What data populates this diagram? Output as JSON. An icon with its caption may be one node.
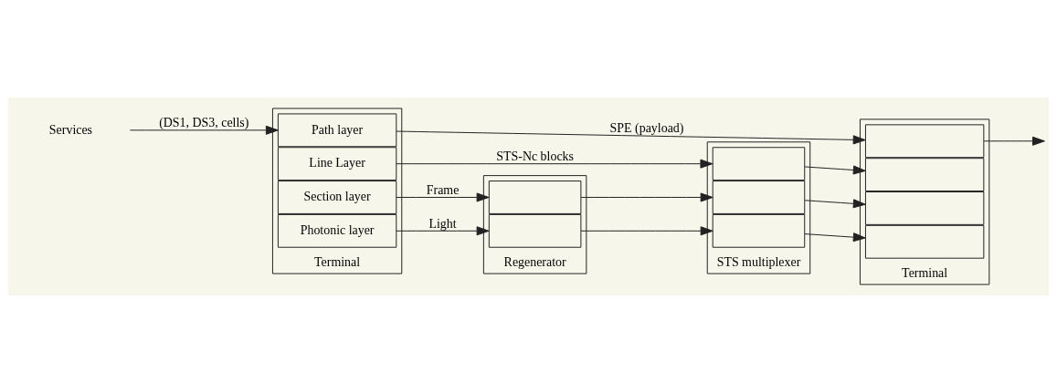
{
  "diagram": {
    "nodes": [
      {
        "text": [
          "Terminal"
        ]
      },
      {
        "text": [
          "Path layer"
        ],
        "in": 0
      },
      {
        "text": [
          "Line Layer"
        ],
        "in": 0
      },
      {
        "text": [
          "Section layer"
        ],
        "in": 0
      },
      {
        "text": [
          "Photonic layer"
        ],
        "in": 0
      },
      {
        "text": [
          "Regenerator"
        ]
      },
      {
        "text": [],
        "shape": "box",
        "in": 5
      },
      {
        "text": [],
        "shape": "box",
        "in": 5
      },
      {
        "text": [
          "STS multiplexer"
        ]
      },
      {
        "text": [],
        "shape": "box",
        "in": 8
      },
      {
        "text": [],
        "shape": "box",
        "in": 8
      },
      {
        "text": [],
        "shape": "box",
        "in": 8
      },
      {
        "text": [
          "Terminal"
        ]
      },
      {
        "text": [],
        "shape": "box",
        "in": 12
      },
      {
        "text": [],
        "shape": "box",
        "in": 12
      },
      {
        "text": [],
        "shape": "box",
        "in": 12
      },
      {
        "text": [],
        "shape": "box",
        "in": 12
      },
      {
        "text": [
          "Services"
        ]
      }
    ],
    "edges": [
      {
        "from": 17,
        "to": 1,
        "arrow": "to",
        "label": "(DS1, DS3, cells)"
      },
      {
        "from": 1,
        "to": 13,
        "arrow": "to",
        "label": "SPE (payload)"
      },
      {
        "from": 2,
        "to": 9,
        "arrow": "to",
        "label": "STS-Nc blocks"
      },
      {
        "from": 3,
        "to": 6,
        "arrow": "to",
        "label": "Frame"
      },
      {
        "from": 4,
        "to": 7,
        "arrow": "to",
        "label": "Light"
      },
      {
        "from": 6,
        "to": 10,
        "arrow": "to"
      },
      {
        "from": 7,
        "to": 11,
        "arrow": "to"
      },
      {
        "from": 9,
        "to": 14,
        "arrow": "to"
      },
      {
        "from": 10,
        "to": 15,
        "arrow": "to"
      },
      {
        "from": 11,
        "to": 16,
        "arrow": "to"
      },
      {
        "from": 13,
        "to": null,
        "arrow": "to"
      }
    ]
  }
}
